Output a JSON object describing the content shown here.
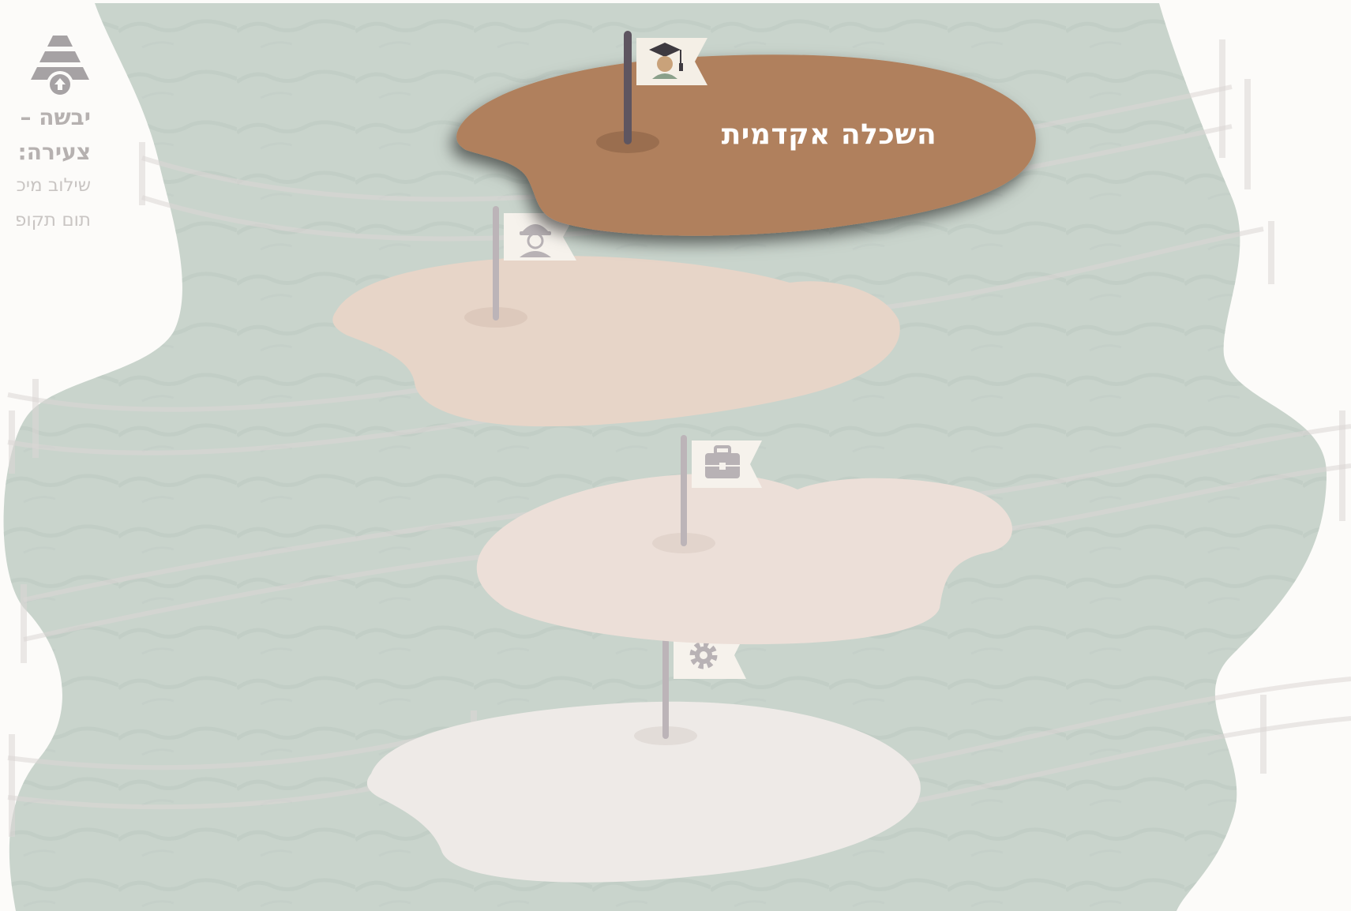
{
  "side_panel": {
    "heading_line_1": "יבשה – ",
    "heading_line_2": "צעירה:",
    "body_line_1": "שילוב מיכ",
    "body_line_2": "תום תקופ",
    "logo_icon": "pyramid-upload-logo-icon"
  },
  "islands": [
    {
      "label": "השכלה אקדמית",
      "flag_icon": "graduate-icon",
      "state": "active"
    },
    {
      "label": "",
      "flag_icon": "worker-helmet-icon",
      "state": "inactive"
    },
    {
      "label": "",
      "flag_icon": "briefcase-icon",
      "state": "inactive"
    },
    {
      "label": "",
      "flag_icon": "gear-icon",
      "state": "inactive"
    }
  ],
  "colors": {
    "background": "#fcfbf9",
    "water": "#c9d4cc",
    "active_island": "#b0805d",
    "island_2": "#e7d5c8",
    "island_3": "#ecdfd8",
    "island_4": "#eeeae7",
    "flag": "#f4efe6",
    "active_pole": "#5e5560",
    "inactive_pole": "#bcb4b8"
  }
}
